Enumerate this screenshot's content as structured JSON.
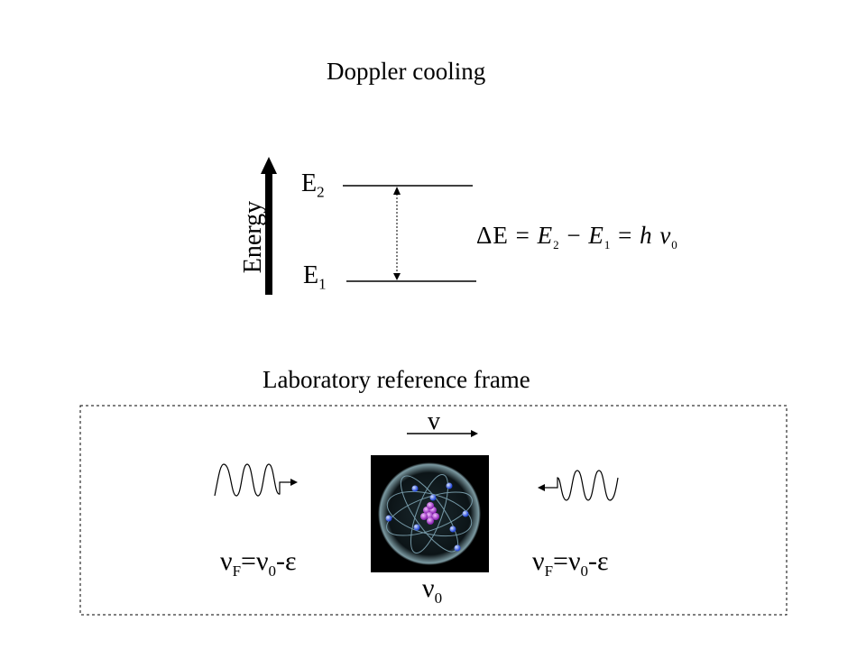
{
  "slide": {
    "title": "Doppler cooling",
    "energy_diagram": {
      "axis_label": "Energy",
      "upper_level": {
        "name": "E",
        "sub": "2"
      },
      "lower_level": {
        "name": "E",
        "sub": "1"
      },
      "equation": {
        "delta_E": "ΔE",
        "eq1": "=",
        "e2": "E",
        "e2_sub": "2",
        "minus": "−",
        "e1": "E",
        "e1_sub": "1",
        "eq2": "=",
        "h": "h",
        "nu": "ν",
        "nu_sub": "0"
      }
    },
    "lab_frame": {
      "title": "Laboratory reference frame",
      "velocity_label": "v",
      "atom_freq": {
        "nu": "ν",
        "sub": "0"
      },
      "left_photon": {
        "nu": "ν",
        "sub_F": "F",
        "eq": "=ν",
        "sub_0": "0",
        "tail": "-ε"
      },
      "right_photon": {
        "nu": "ν",
        "sub_F": "F",
        "eq": "=ν",
        "sub_0": "0",
        "tail": "-ε"
      }
    }
  }
}
